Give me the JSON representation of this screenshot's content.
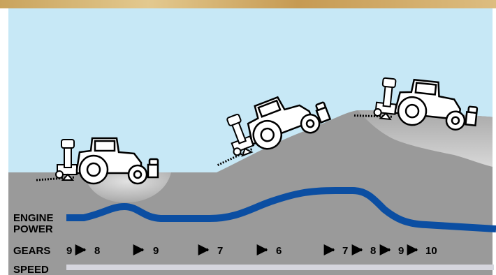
{
  "labels": {
    "engine": "ENGINE",
    "power": "POWER",
    "gears": "GEARS",
    "speed": "SPEED"
  },
  "gears": [
    {
      "text": "9",
      "arrow": false
    },
    {
      "text": "8",
      "arrow": true
    },
    {
      "text": "9",
      "arrow": true
    },
    {
      "text": "7",
      "arrow": true
    },
    {
      "text": "6",
      "arrow": true
    },
    {
      "text": "7",
      "arrow": true
    },
    {
      "text": "8",
      "arrow": true
    },
    {
      "text": "9",
      "arrow": true
    },
    {
      "text": "10",
      "arrow": true
    }
  ],
  "colors": {
    "sky": "#c7e8f6",
    "ground": "#9a9a9a",
    "soil_light": "#c9c9c9",
    "power_curve": "#0b4ea2",
    "speed_bar": "#d6d6de",
    "straw_banner": "#d7b678",
    "tractor": "#ffffff"
  },
  "icons": [
    "tractor-icon",
    "seed-drill-icon",
    "arrow-right-icon"
  ]
}
